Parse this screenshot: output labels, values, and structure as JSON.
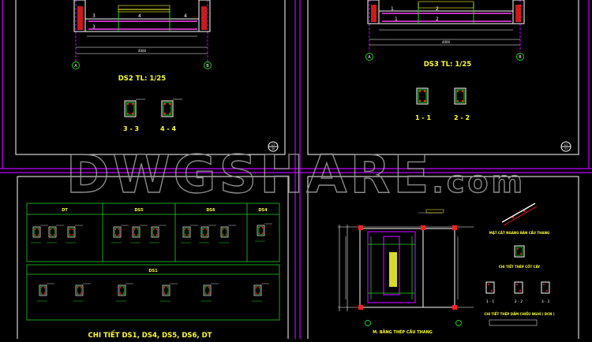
{
  "sheets": {
    "tl": {
      "caption": "DS2  TL: 1/25",
      "sec_a": "3 - 3",
      "sec_b": "4 - 4",
      "span": "4000",
      "grid_a": "A",
      "grid_b": "B",
      "rebar": [
        "3",
        "4",
        "3",
        "4"
      ],
      "stamp_num": "CT",
      "stamp_den": "30"
    },
    "tr": {
      "caption": "DS3  TL: 1/25",
      "sec_a": "1 - 1",
      "sec_b": "2 - 2",
      "span": "4000",
      "grid_a": "A",
      "grid_b": "B",
      "rebar": [
        "1",
        "2",
        "1",
        "2"
      ],
      "stamp_num": "CT",
      "stamp_den": "31"
    },
    "bl": {
      "title": "CHI TIẾT DS1, DS4, DS5, DS6, DT",
      "headers": [
        "DT",
        "DS5",
        "DS6",
        "DS4"
      ],
      "band": "DS1"
    },
    "br": {
      "title": "M. BẰNG THÉP CẦU THANG",
      "right_labels": [
        "MẶT CẮT NGANG BẢN CẦU THANG",
        "CHI TIẾT THÉP CỐT CÂY",
        "CHI TIẾT THÉP DẦM CHIẾU NGHỈ ( DCN )"
      ],
      "secs": [
        "1 - 1",
        "2 - 2",
        "3 - 3"
      ]
    }
  },
  "watermark": "DWGSHARE.com",
  "colors": {
    "frame": "#ffffff",
    "magenta": "#d400ff",
    "green": "#1fcf1f",
    "yellow": "#ffff33",
    "red": "#ff2020",
    "cyan": "#00e5ff"
  }
}
